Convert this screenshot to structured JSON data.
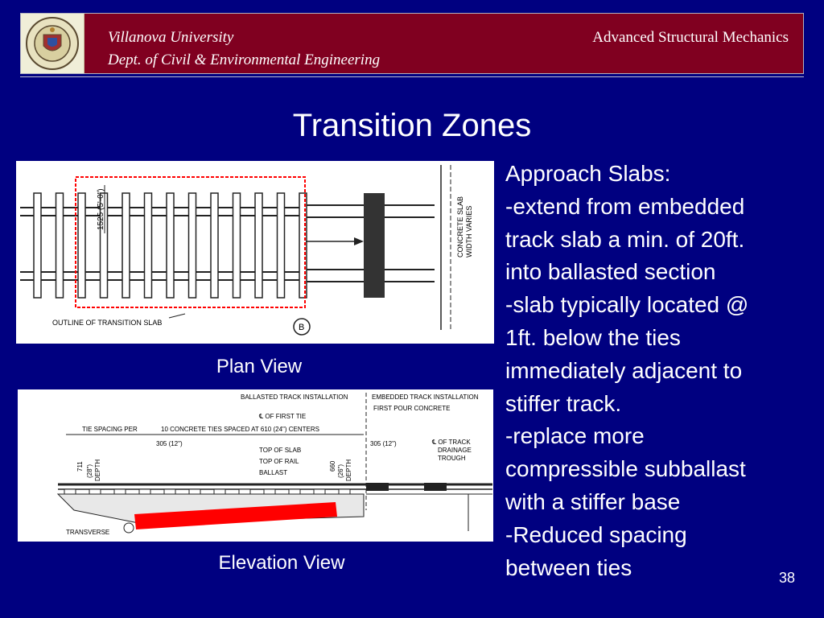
{
  "header": {
    "university": "Villanova University",
    "department": "Dept. of Civil & Environmental Engineering",
    "course": "Advanced Structural Mechanics",
    "logo": "university-seal-icon"
  },
  "slide": {
    "title": "Transition Zones",
    "page_number": "38"
  },
  "figures": {
    "plan": {
      "caption": "Plan View",
      "labels": {
        "outline": "OUTLINE OF TRANSITION SLAB",
        "dim": "1525 (5'-0\")",
        "concrete": "CONCRETE SLAB",
        "width": "WIDTH VARIES",
        "section": "B"
      }
    },
    "elevation": {
      "caption": "Elevation View",
      "labels": {
        "ballasted": "BALLASTED TRACK INSTALLATION",
        "embedded": "EMBEDDED TRACK INSTALLATION",
        "first_pour": "FIRST POUR CONCRETE",
        "first_tie": "℄ OF FIRST TIE",
        "tie_spacing": "TIE SPACING PER",
        "ten_ties": "10 CONCRETE TIES SPACED AT 610 (24\") CENTERS",
        "dim_305_left": "305 (12\")",
        "dim_305_right": "305 (12\")",
        "top_slab": "TOP OF SLAB",
        "top_rail": "TOP OF RAIL",
        "ballast": "BALLAST",
        "cl_track": "℄ OF TRACK",
        "drainage": "DRAINAGE",
        "trough": "TROUGH",
        "dim_711": "711",
        "depth_28": "(28\")",
        "depth_word": "DEPTH",
        "dim_660": "660",
        "depth_26": "(26\")",
        "transverse": "TRANSVERSE"
      }
    }
  },
  "content": {
    "lines": [
      "Approach Slabs:",
      "-extend from embedded",
      "track slab a min. of 20ft.",
      "into ballasted section",
      "-slab typically located @",
      "1ft. below the ties",
      "immediately adjacent to",
      "stiffer track.",
      "-replace more",
      "compressible subballast",
      "with a stiffer base",
      "-Reduced spacing",
      "between ties"
    ]
  },
  "colors": {
    "background": "#000080",
    "header_band": "#800020",
    "highlight": "#ff0000",
    "text": "#ffffff"
  }
}
